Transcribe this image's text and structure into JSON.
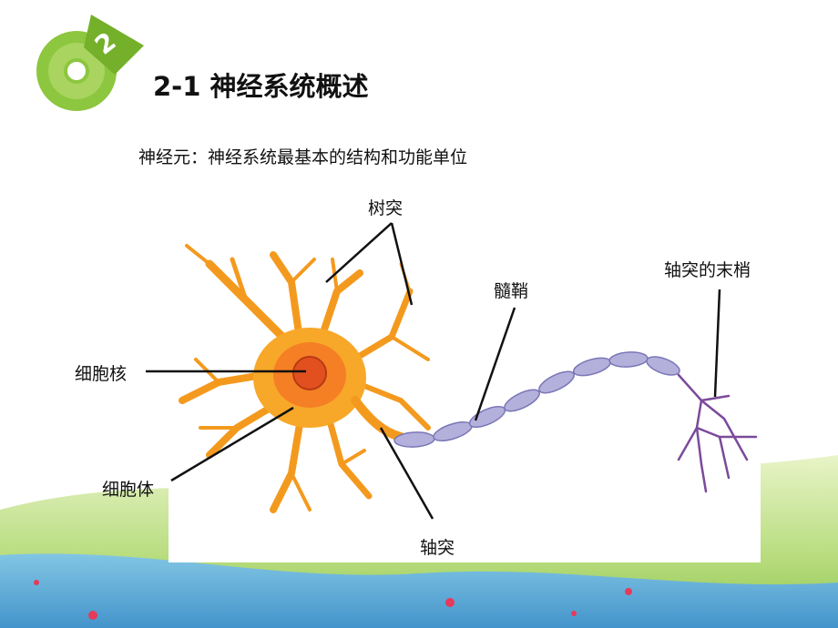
{
  "slide": {
    "badge_number": "2",
    "title": "2-1  神经系统概述",
    "subtitle": "神经元：神经系统最基本的结构和功能单位"
  },
  "figure": {
    "labels": {
      "dendrite": "树突",
      "myelin": "髓鞘",
      "axon_terminal": "轴突的末梢",
      "nucleus": "细胞核",
      "cell_body": "细胞体",
      "axon": "轴突"
    }
  },
  "colors": {
    "badge_green": "#8dc63f",
    "neuron_orange": "#f39a1e",
    "neuron_core": "#f26522",
    "myelin_purple": "#a9a3d6",
    "terminal_purple": "#7b4a9b",
    "grass_green": "#9ccf5a",
    "water_blue": "#5aa6e6"
  }
}
